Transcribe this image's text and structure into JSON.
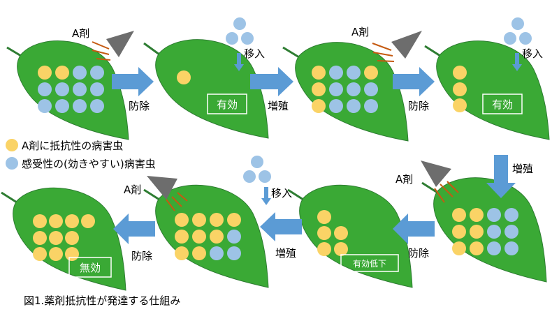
{
  "figure": {
    "caption": "図1.薬剤抵抗性が発達する仕組み"
  },
  "legend": {
    "resistant": "A剤に抵抗性の病害虫",
    "susceptible": "感受性の(効きやすい)病害虫"
  },
  "labels": {
    "agent_a": "A剤",
    "migrate": "移入",
    "control": "防除",
    "proliferate": "増殖"
  },
  "status": {
    "effective": "有効",
    "reduced": "有効低下",
    "ineffective": "無効"
  },
  "colors": {
    "leaf": "#3aa935",
    "leaf_stroke": "#2e7d32",
    "resistant_pest": "#fad366",
    "susceptible_pest": "#9dc3e6",
    "arrow": "#5b9bd5",
    "sprayer": "#6d6d6d",
    "spray_lines": "#c55a11"
  },
  "leaves": [
    {
      "name": "leaf-1",
      "pests": {
        "resistant": 2,
        "susceptible": 10
      }
    },
    {
      "name": "leaf-2",
      "pests": {
        "resistant": 1,
        "susceptible": 0
      }
    },
    {
      "name": "leaf-3",
      "pests": {
        "resistant": 4,
        "susceptible": 8
      }
    },
    {
      "name": "leaf-4",
      "pests": {
        "resistant": 3,
        "susceptible": 0
      }
    },
    {
      "name": "leaf-5",
      "pests": {
        "resistant": 6,
        "susceptible": 6
      }
    },
    {
      "name": "leaf-6",
      "pests": {
        "resistant": 5,
        "susceptible": 0
      }
    },
    {
      "name": "leaf-7",
      "pests": {
        "resistant": 9,
        "susceptible": 3
      }
    },
    {
      "name": "leaf-8",
      "pests": {
        "resistant": 10,
        "susceptible": 0
      }
    }
  ]
}
